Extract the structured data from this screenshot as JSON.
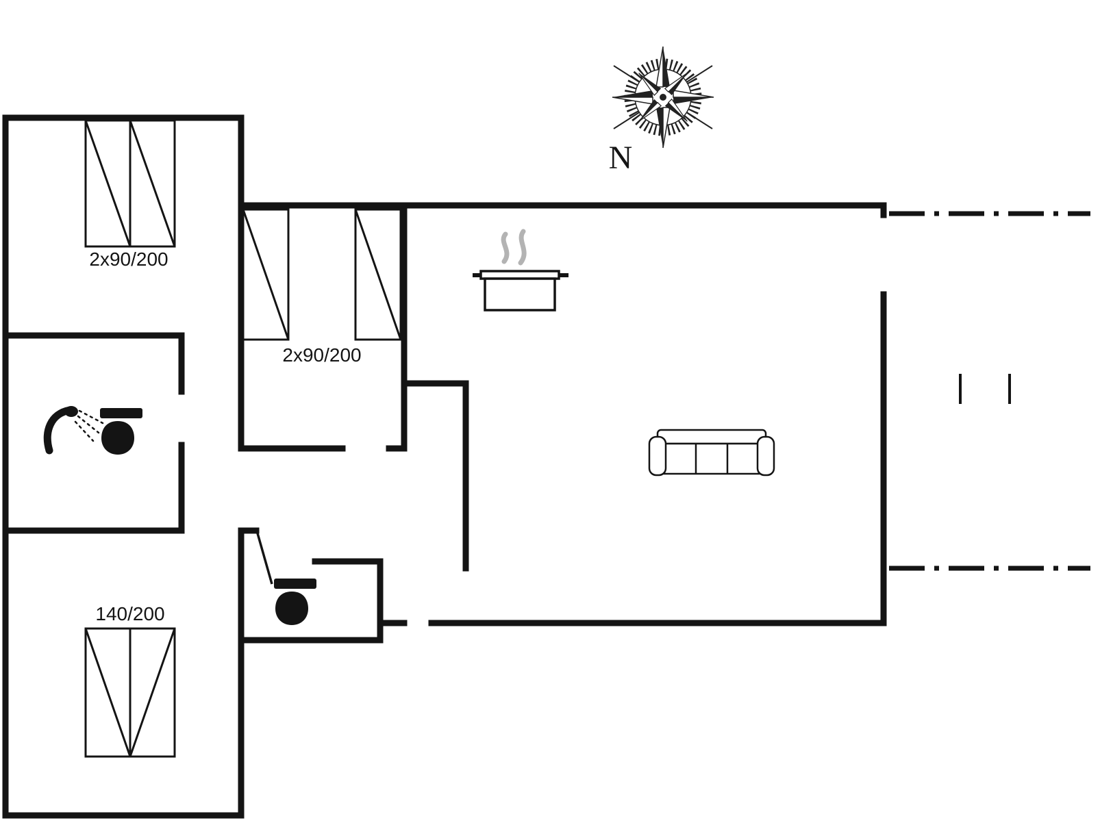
{
  "colors": {
    "background": "#ffffff",
    "wall": "#141414",
    "steam": "#b3b3b3",
    "label": "#141414"
  },
  "compass": {
    "north": "N"
  },
  "labels": {
    "bed_top_left": "2x90/200",
    "bed_middle": "2x90/200",
    "bed_bottom_left": "140/200"
  },
  "icons": [
    "compass-rose",
    "shower-icon",
    "toilet-icon",
    "stove-pot-icon",
    "steam-icon",
    "sofa-icon",
    "bed-symbol",
    "door-leaf",
    "terrace-boundary-marker"
  ]
}
